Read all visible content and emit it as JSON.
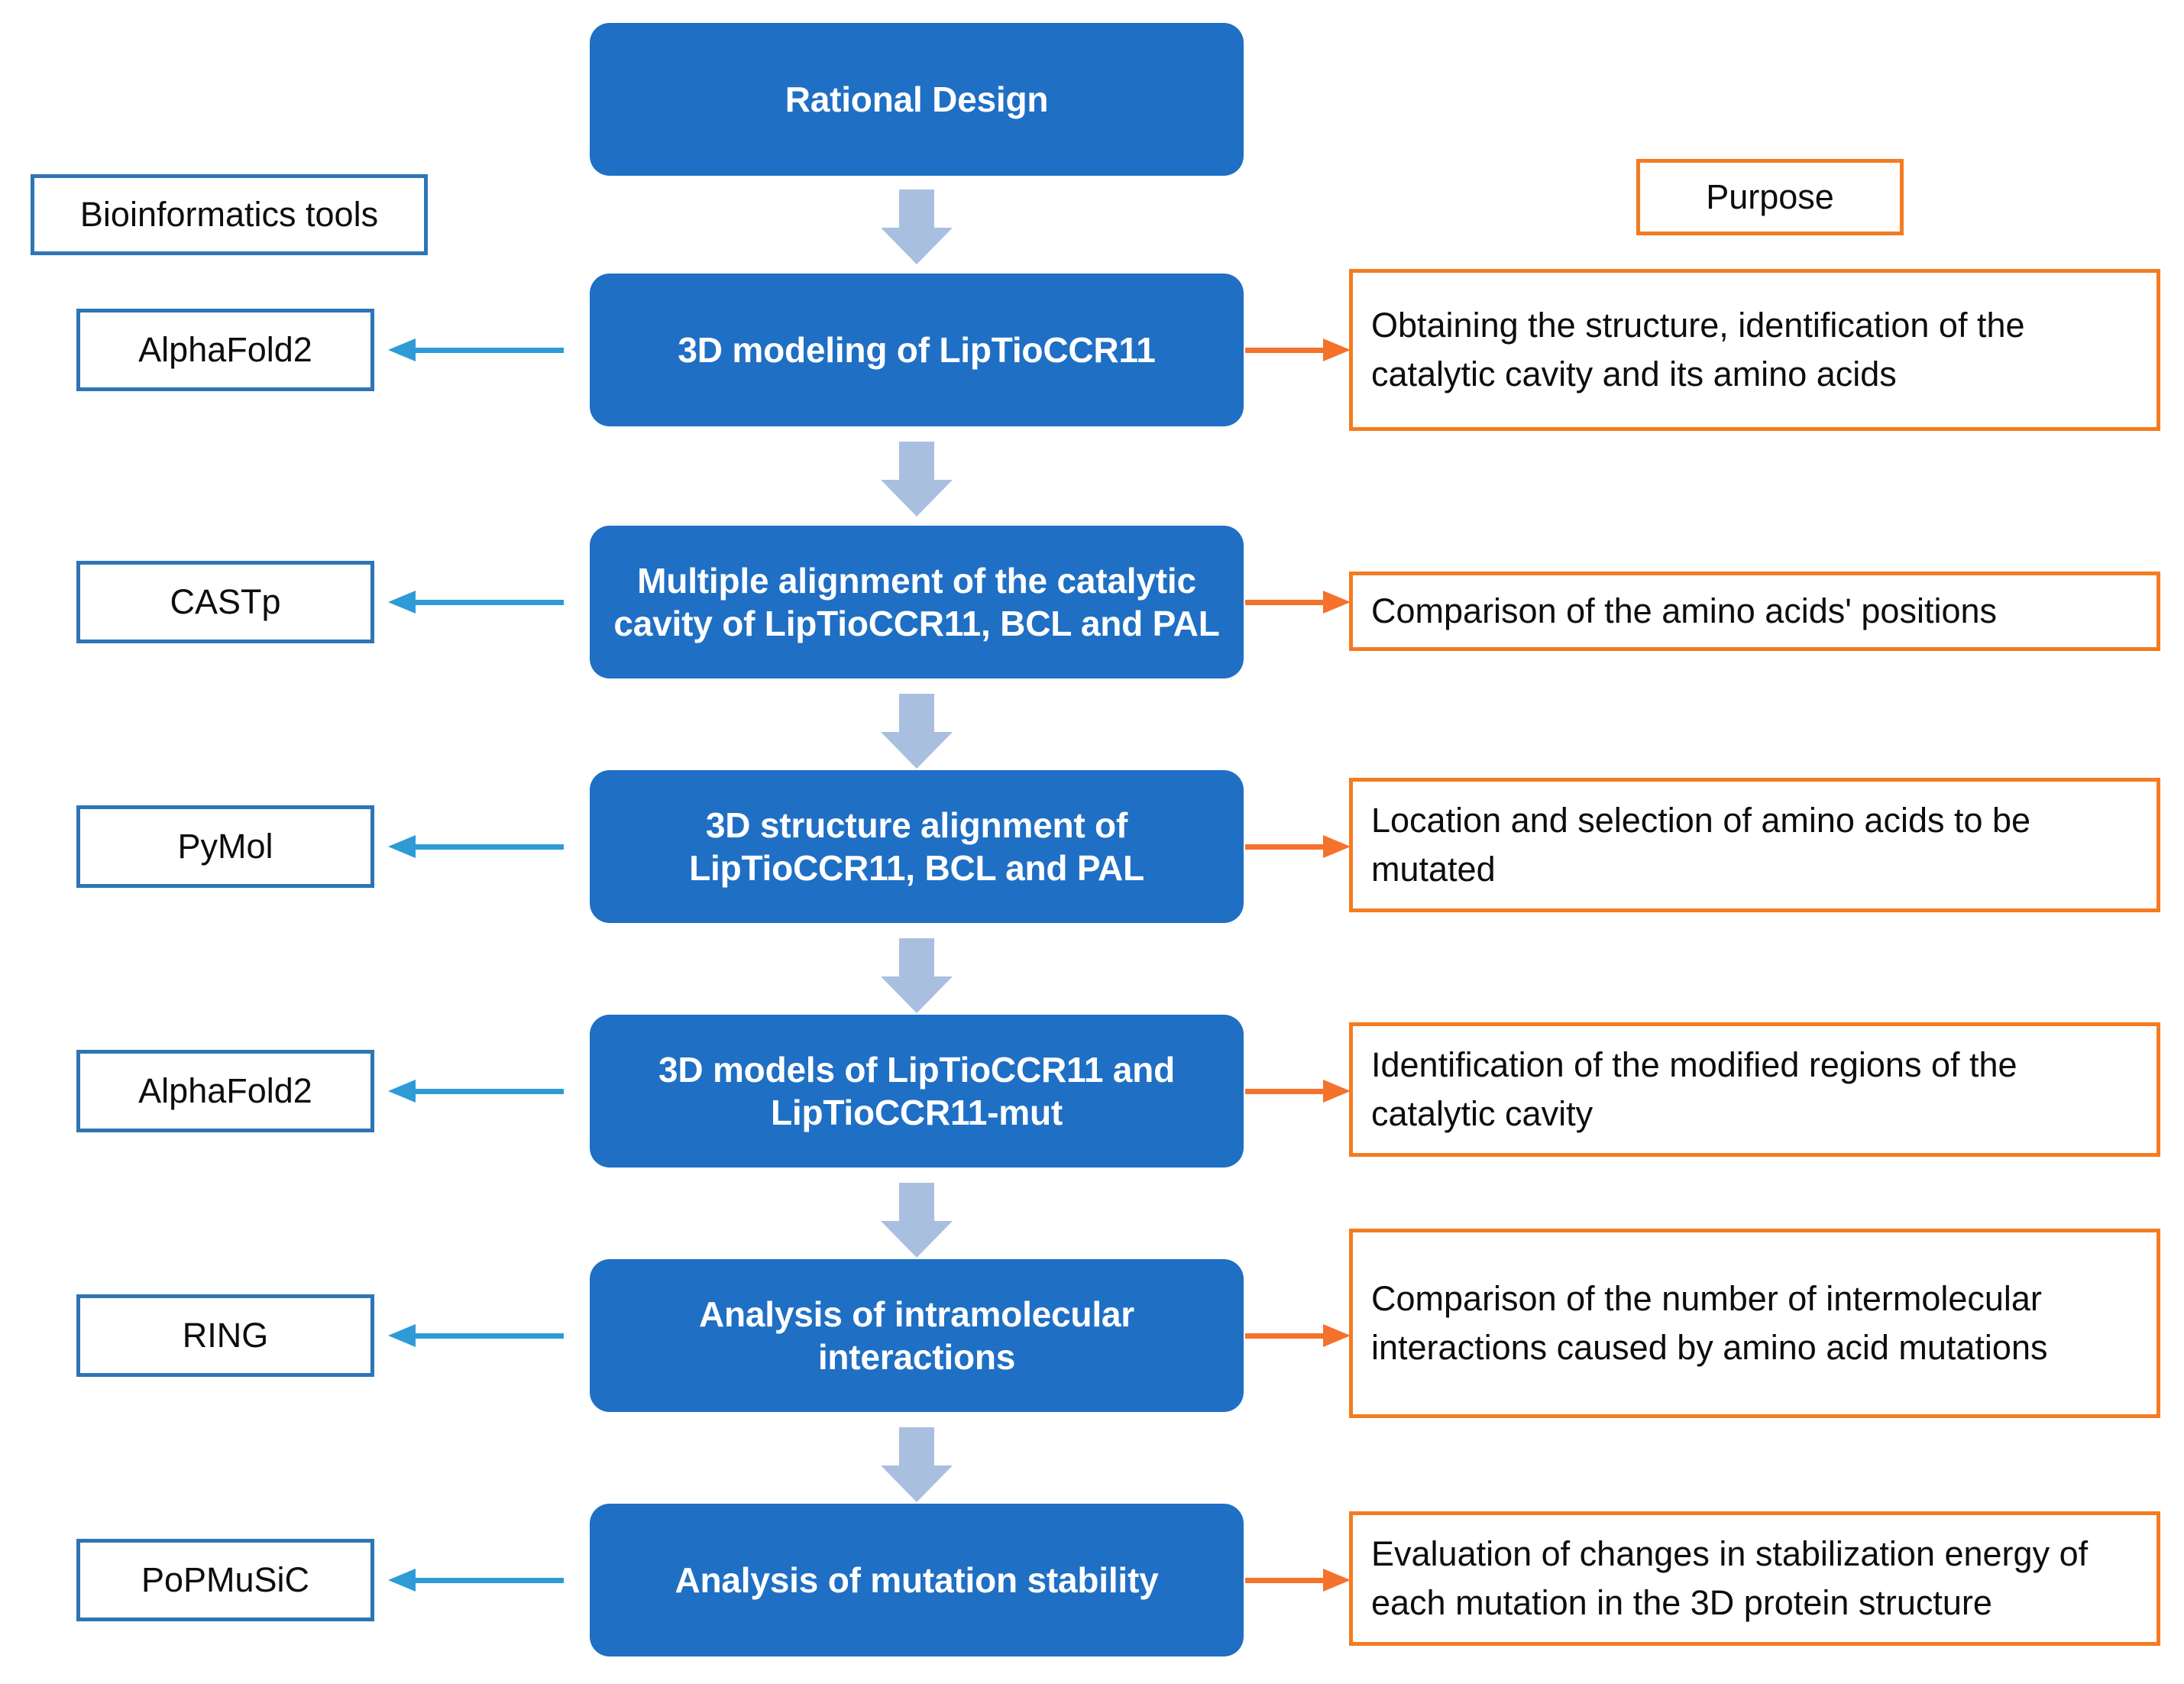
{
  "colors": {
    "process_fill": "#1F6FC4",
    "process_text": "#FFFFFF",
    "tool_border": "#2E75B6",
    "purpose_border": "#F47B20",
    "down_arrow": "#A9BFDF",
    "left_arrow": "#2E9BD6",
    "right_arrow": "#F4722B",
    "background": "#FFFFFF"
  },
  "headers": {
    "tools_label": "Bioinformatics tools",
    "purpose_label": "Purpose"
  },
  "title_box": {
    "label": "Rational Design"
  },
  "steps": [
    {
      "process": "3D modeling of LipTioCCR11",
      "tool": "AlphaFold2",
      "purpose": "Obtaining the structure, identification of the catalytic cavity and its amino acids"
    },
    {
      "process": "Multiple alignment of the catalytic cavity of LipTioCCR11, BCL and PAL",
      "tool": "CASTp",
      "purpose": "Comparison of the amino acids' positions"
    },
    {
      "process": "3D structure alignment of LipTioCCR11, BCL and PAL",
      "tool": "PyMol",
      "purpose": "Location and selection of amino acids to be mutated"
    },
    {
      "process": "3D models of LipTioCCR11 and LipTioCCR11-mut",
      "tool": "AlphaFold2",
      "purpose": "Identification of the modified regions of the catalytic cavity"
    },
    {
      "process": "Analysis of intramolecular interactions",
      "tool": "RING",
      "purpose": "Comparison of the number of intermolecular interactions caused by amino acid mutations"
    },
    {
      "process": "Analysis of mutation stability",
      "tool": "PoPMuSiC",
      "purpose": "Evaluation of changes in stabilization energy of each mutation in the 3D protein structure"
    }
  ],
  "arrows": {
    "down_icon": "arrow-down-icon",
    "left_icon": "arrow-left-icon",
    "right_icon": "arrow-right-icon"
  }
}
